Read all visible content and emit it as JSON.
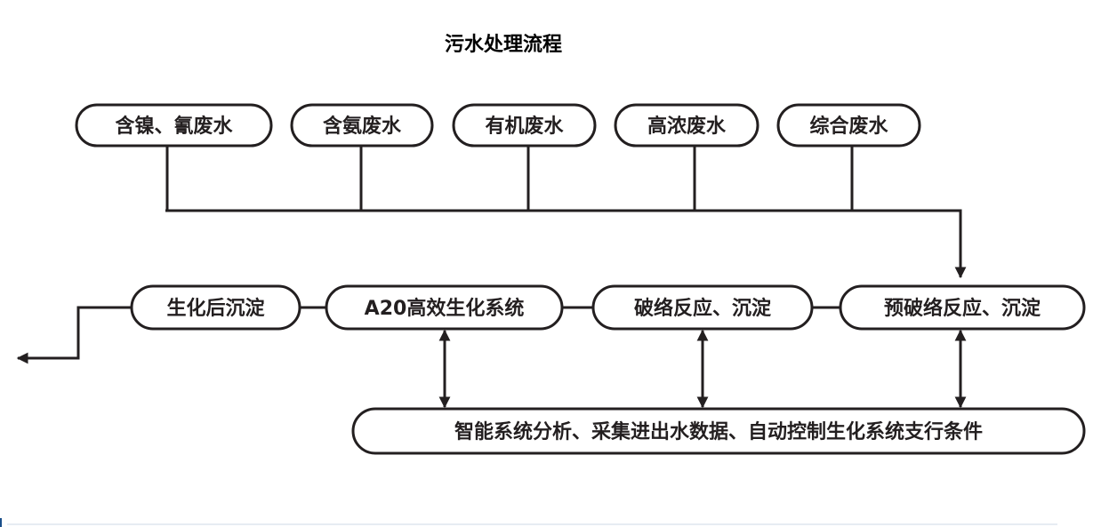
{
  "title": "污水处理流程",
  "sources": [
    "含镍、氰废水",
    "含氨废水",
    "有机废水",
    "高浓废水",
    "综合废水"
  ],
  "process": [
    "预破络反应、沉淀",
    "破络反应、沉淀",
    "A20高效生化系统",
    "生化后沉淀"
  ],
  "control": "智能系统分析、采集进出水数据、自动控制生化系统支行条件"
}
